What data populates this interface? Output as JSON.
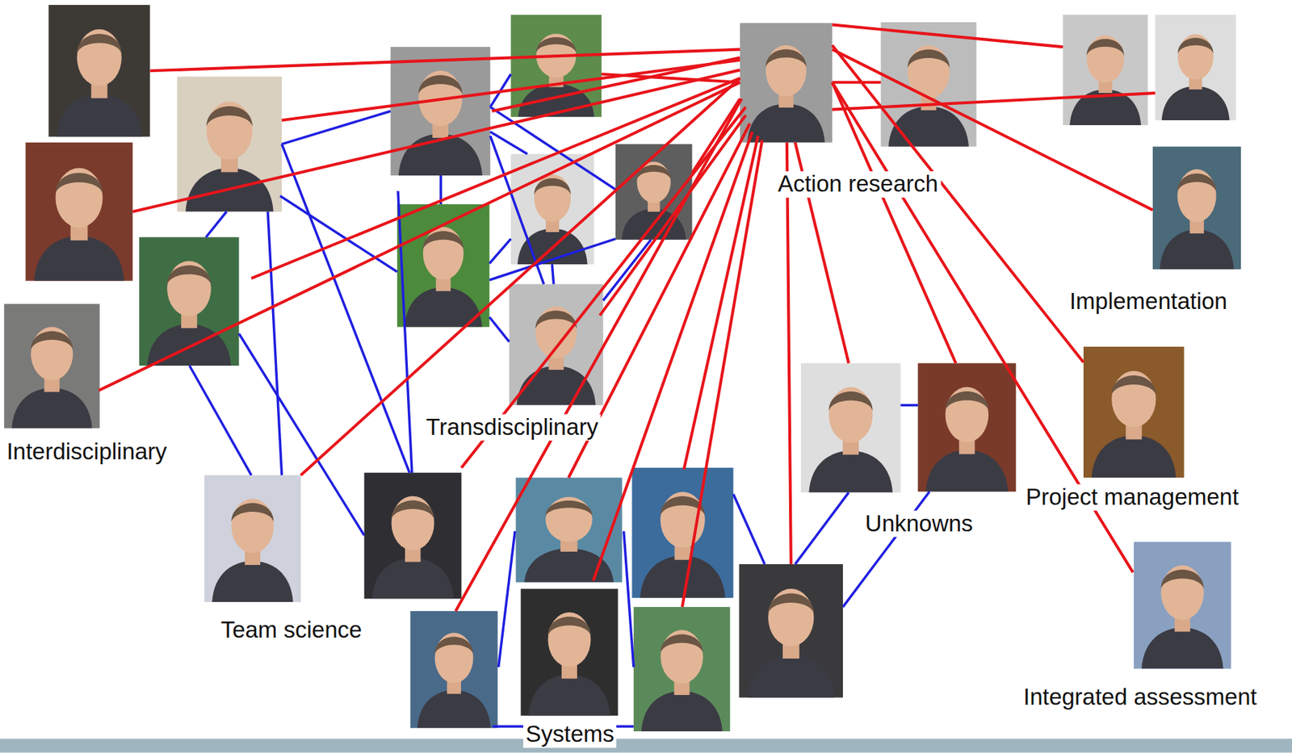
{
  "diagram": {
    "labels": [
      "Action research",
      "Implementation",
      "Interdisciplinary",
      "Transdisciplinary",
      "Team science",
      "Unknowns",
      "Project management",
      "Integrated assessment",
      "Systems"
    ]
  }
}
